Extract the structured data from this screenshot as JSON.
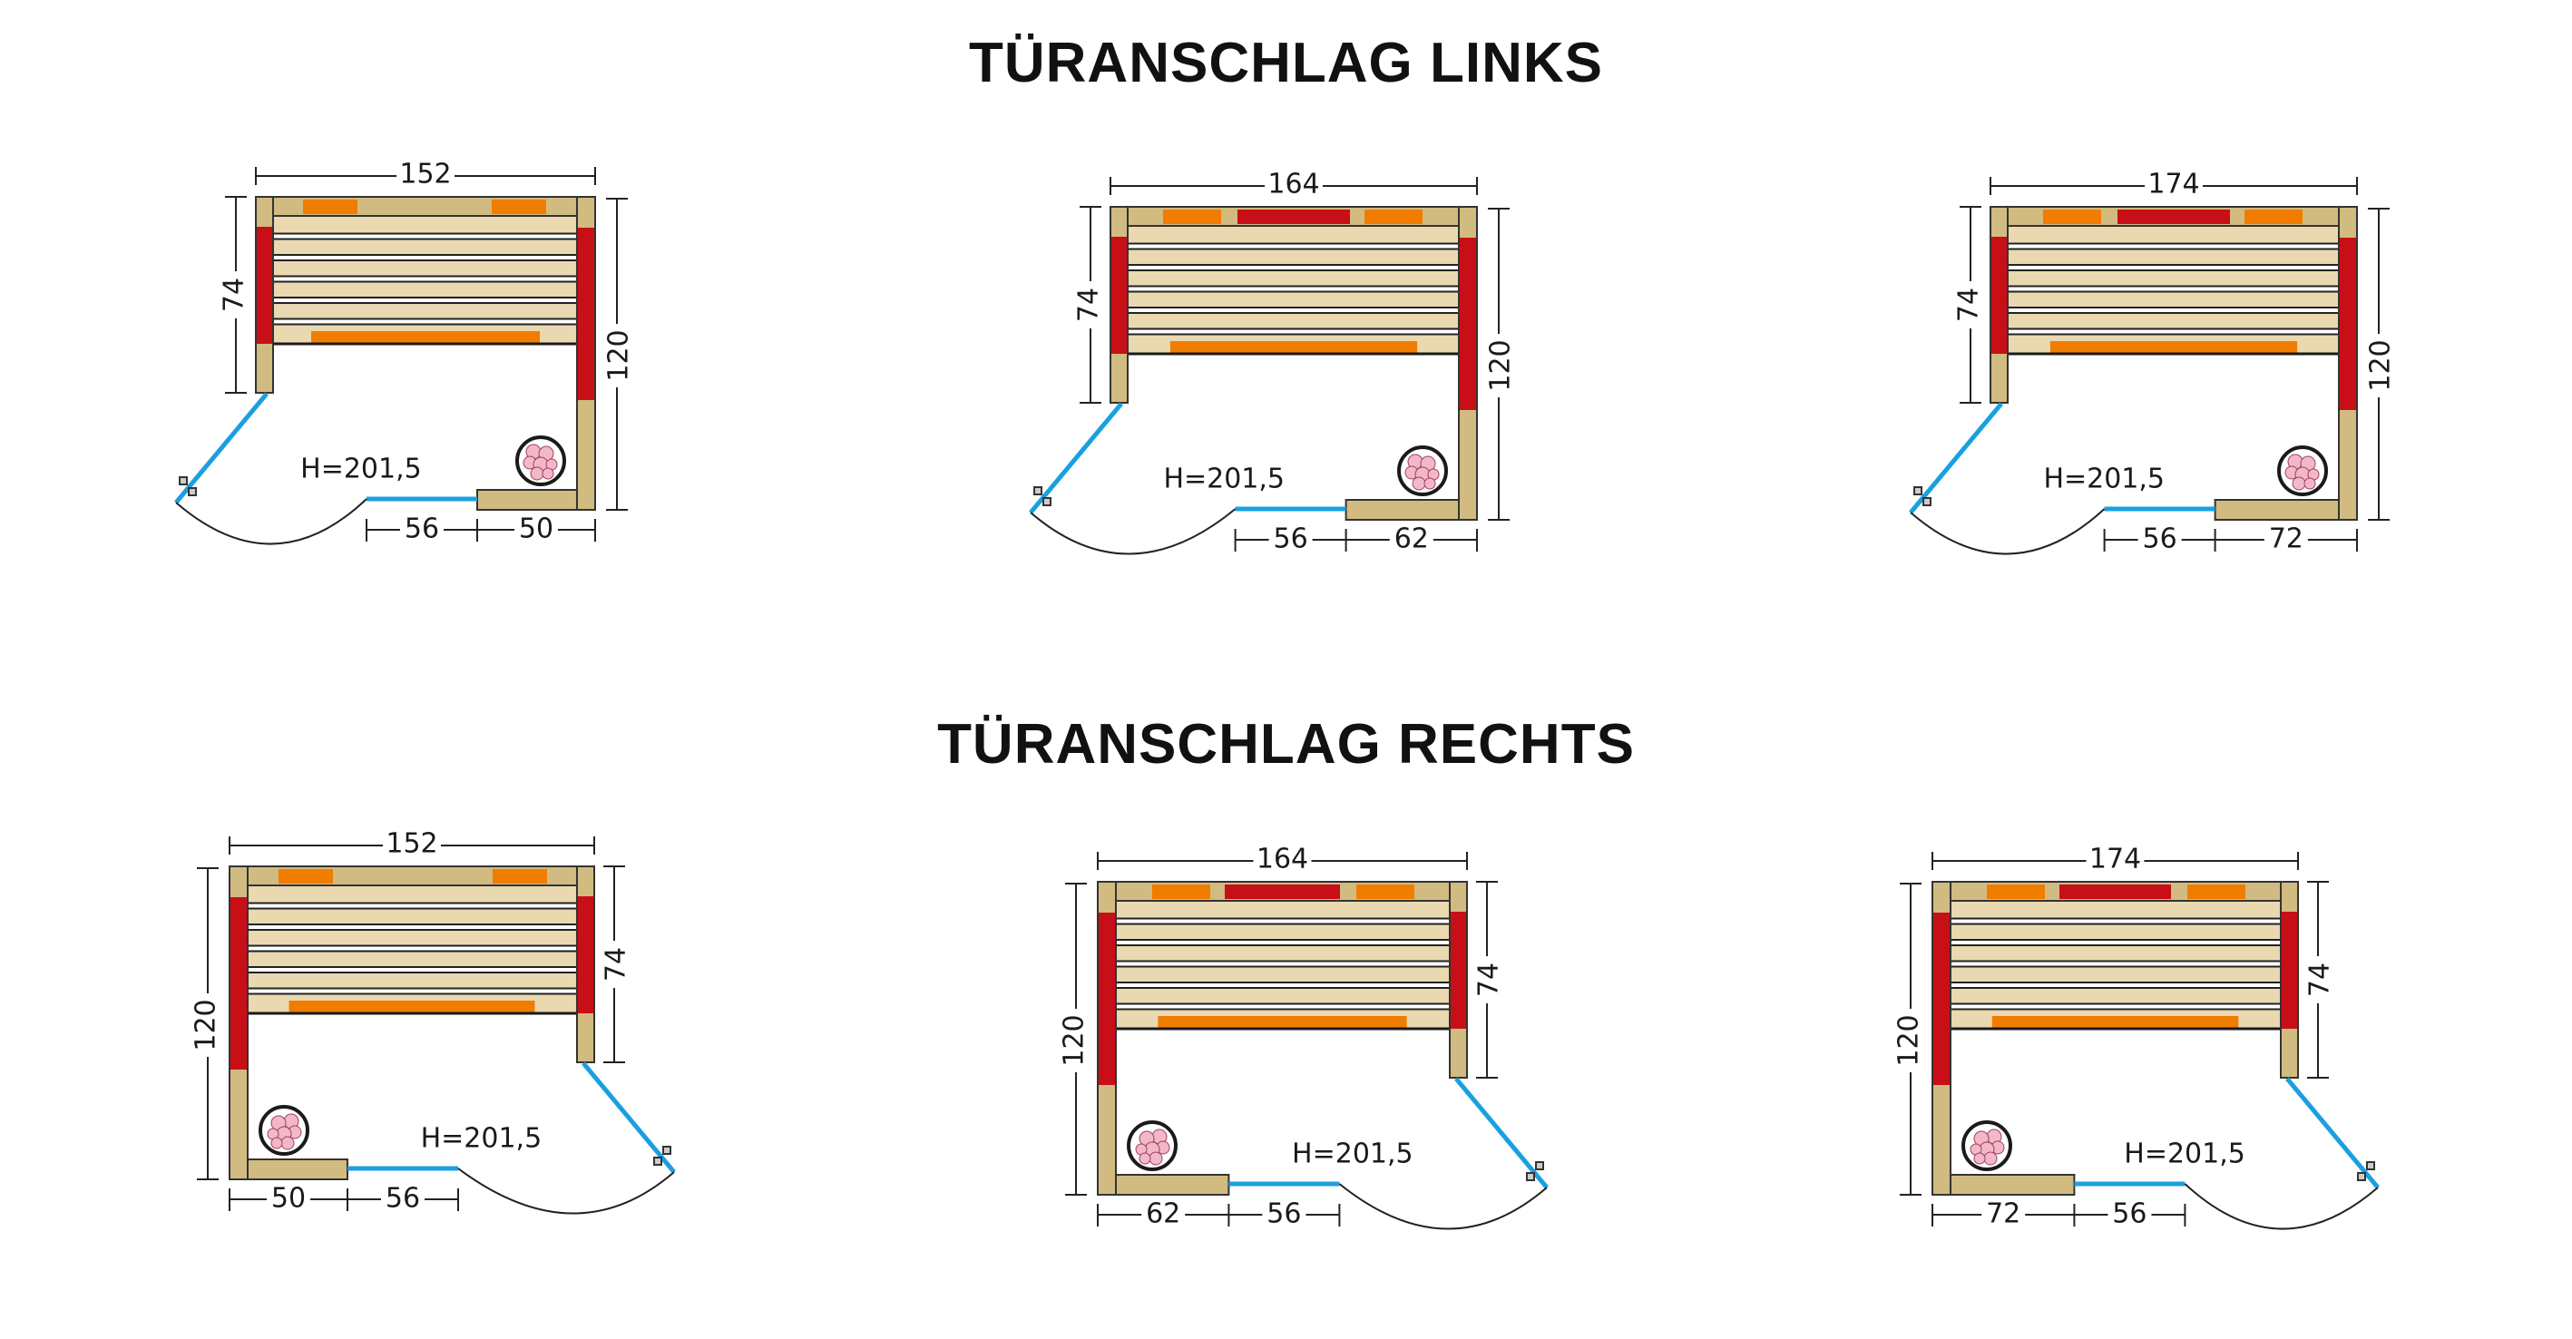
{
  "titles": {
    "left_hinge": "TÜRANSCHLAG LINKS",
    "right_hinge": "TÜRANSCHLAG RECHTS"
  },
  "colors": {
    "wood": "#d2bb80",
    "slat": "#e9d8b0",
    "orange": "#f07d00",
    "red": "#c80f17",
    "glass": "#1aa0e0",
    "stone": "#f2b8c8"
  },
  "diagrams": [
    {
      "row": "left_hinge",
      "width": "152",
      "bench_depth": "74",
      "depth": "120",
      "height": "H=201,5",
      "door": "56",
      "front_wall": "50",
      "back_panels": "2",
      "mirrored": false
    },
    {
      "row": "left_hinge",
      "width": "164",
      "bench_depth": "74",
      "depth": "120",
      "height": "H=201,5",
      "door": "56",
      "front_wall": "62",
      "back_panels": "3",
      "mirrored": false
    },
    {
      "row": "left_hinge",
      "width": "174",
      "bench_depth": "74",
      "depth": "120",
      "height": "H=201,5",
      "door": "56",
      "front_wall": "72",
      "back_panels": "3",
      "mirrored": false
    },
    {
      "row": "right_hinge",
      "width": "152",
      "bench_depth": "74",
      "depth": "120",
      "height": "H=201,5",
      "door": "56",
      "front_wall": "50",
      "back_panels": "2",
      "mirrored": true
    },
    {
      "row": "right_hinge",
      "width": "164",
      "bench_depth": "74",
      "depth": "120",
      "height": "H=201,5",
      "door": "56",
      "front_wall": "62",
      "back_panels": "3",
      "mirrored": true
    },
    {
      "row": "right_hinge",
      "width": "174",
      "bench_depth": "74",
      "depth": "120",
      "height": "H=201,5",
      "door": "56",
      "front_wall": "72",
      "back_panels": "3",
      "mirrored": true
    }
  ]
}
